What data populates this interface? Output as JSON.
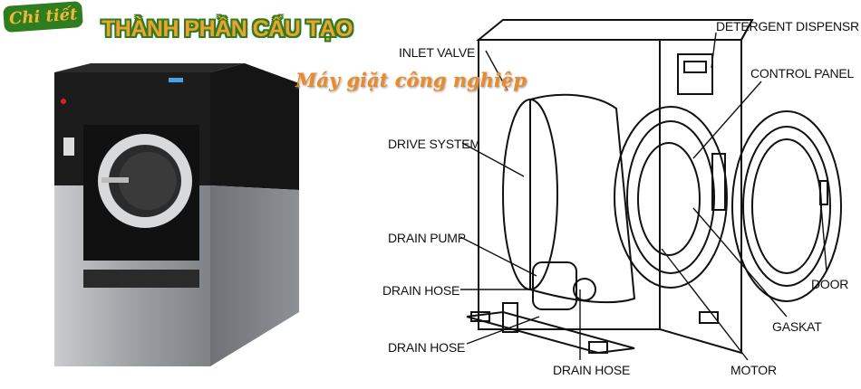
{
  "header": {
    "badge": "Chi tiết",
    "title": "THÀNH PHẦN CẤU TẠO",
    "subtitle": "Máy giặt công nghiệp"
  },
  "labels": {
    "detergent_dispenser": "DETERGENT DISPENSR",
    "control_panel": "CONTROL PANEL",
    "inlet_valve": "INLET VALVE",
    "drive_system": "DRIVE SYSTEM",
    "drain_pump": "DRAIN PUMP",
    "drain_hose_1": "DRAIN HOSE",
    "drain_hose_2": "DRAIN HOSE",
    "drain_hose_3": "DRAIN HOSE",
    "motor": "MOTOR",
    "gasket": "GASKAT",
    "door": "DOOR"
  },
  "colors": {
    "green": "#2e7d1f",
    "orange": "#f0a030",
    "machine_black": "#1c1c1c",
    "machine_steel": "#a9acb0"
  }
}
